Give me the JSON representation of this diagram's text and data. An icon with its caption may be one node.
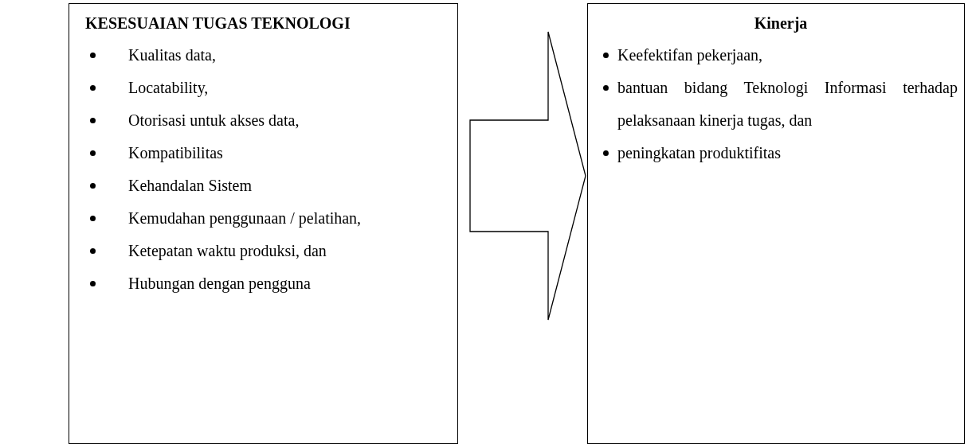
{
  "diagram": {
    "nodes": [
      {
        "text": [
          "KESESUAIAN TUGAS TEKNOLOGI",
          "Kualitas data,",
          "Locatability,",
          "Otorisasi untuk akses data,",
          "Kompatibilitas",
          "Kehandalan Sistem",
          "Kemudahan penggunaan / pelatihan,",
          "Ketepatan waktu produksi, dan",
          "Hubungan dengan pengguna"
        ]
      },
      {
        "text": [
          "Kinerja",
          "Keefektifan pekerjaan,",
          "bantuan bidang Teknologi Informasi terhadap pelaksanaan kinerja tugas, dan",
          "peningkatan produktifitas"
        ]
      }
    ],
    "edges": [
      {
        "from": 0,
        "to": 1,
        "arrow": "to"
      }
    ]
  }
}
